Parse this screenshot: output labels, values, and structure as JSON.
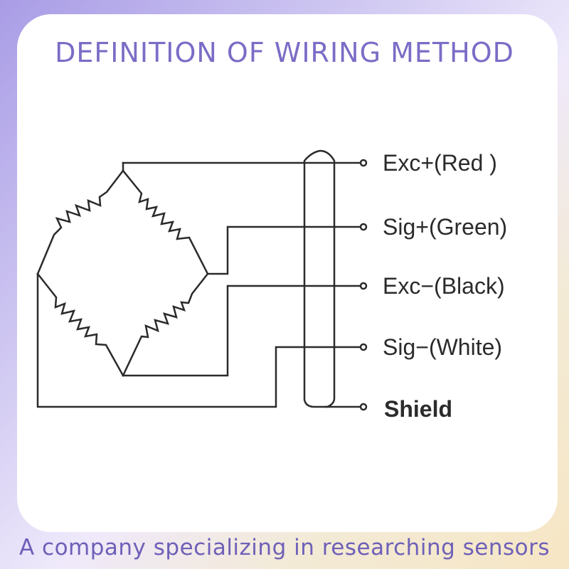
{
  "title": "DEFINITION OF WIRING METHOD",
  "terminals": [
    {
      "label": "Exc+(Red )"
    },
    {
      "label": "Sig+(Green)"
    },
    {
      "label": "Exc−(Black)"
    },
    {
      "label": "Sig−(White)"
    },
    {
      "label": "Shield"
    }
  ],
  "footer": "A company specializing in researching sensors",
  "colors": {
    "accent": "#7a6dc6",
    "line": "#2b2b2b"
  }
}
